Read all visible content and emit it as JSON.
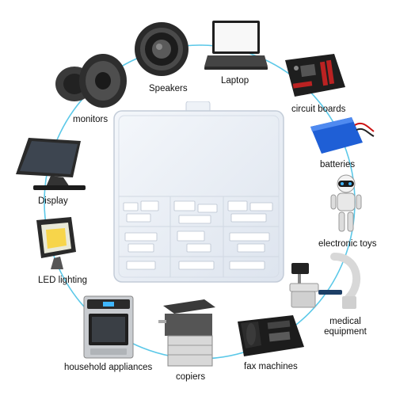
{
  "applications": [
    {
      "id": "speakers",
      "label": "Speakers"
    },
    {
      "id": "laptop",
      "label": "Laptop"
    },
    {
      "id": "monitors",
      "label": "monitors"
    },
    {
      "id": "circuit-boards",
      "label": "circuit boards"
    },
    {
      "id": "display",
      "label": "Display"
    },
    {
      "id": "batteries",
      "label": "batteries"
    },
    {
      "id": "electronic-toys",
      "label": "electronic toys"
    },
    {
      "id": "led-lighting",
      "label": "LED lighting"
    },
    {
      "id": "medical-equipment",
      "label": "medical\nequipment"
    },
    {
      "id": "household-appliances",
      "label": "household appliances"
    },
    {
      "id": "copiers",
      "label": "copiers"
    },
    {
      "id": "fax-machines",
      "label": "fax machines"
    }
  ],
  "colors": {
    "ring": "#5bc8e8",
    "box": "#e4ebf3"
  }
}
